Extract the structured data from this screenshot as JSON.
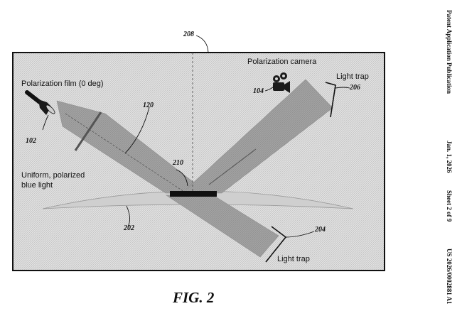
{
  "header": {
    "publication": "Patent Application Publication",
    "date": "Jan. 1, 2026",
    "sheet": "Sheet 2 of 9",
    "number": "US 2026/0002881 A1"
  },
  "labels": {
    "polarization_film": "Polarization film (0 deg)",
    "polarization_camera": "Polarization camera",
    "light_trap_top": "Light trap",
    "light_trap_bottom": "Light trap",
    "uniform_light_line1": "Uniform, polarized",
    "uniform_light_line2": "blue light"
  },
  "refs": {
    "frame": "208",
    "beam": "120",
    "light_source": "102",
    "camera": "104",
    "trap_top": "206",
    "sample": "210",
    "surface": "202",
    "trap_bottom": "204"
  },
  "caption": "FIG. 2",
  "icons": [
    "flashlight-icon",
    "camera-icon"
  ]
}
